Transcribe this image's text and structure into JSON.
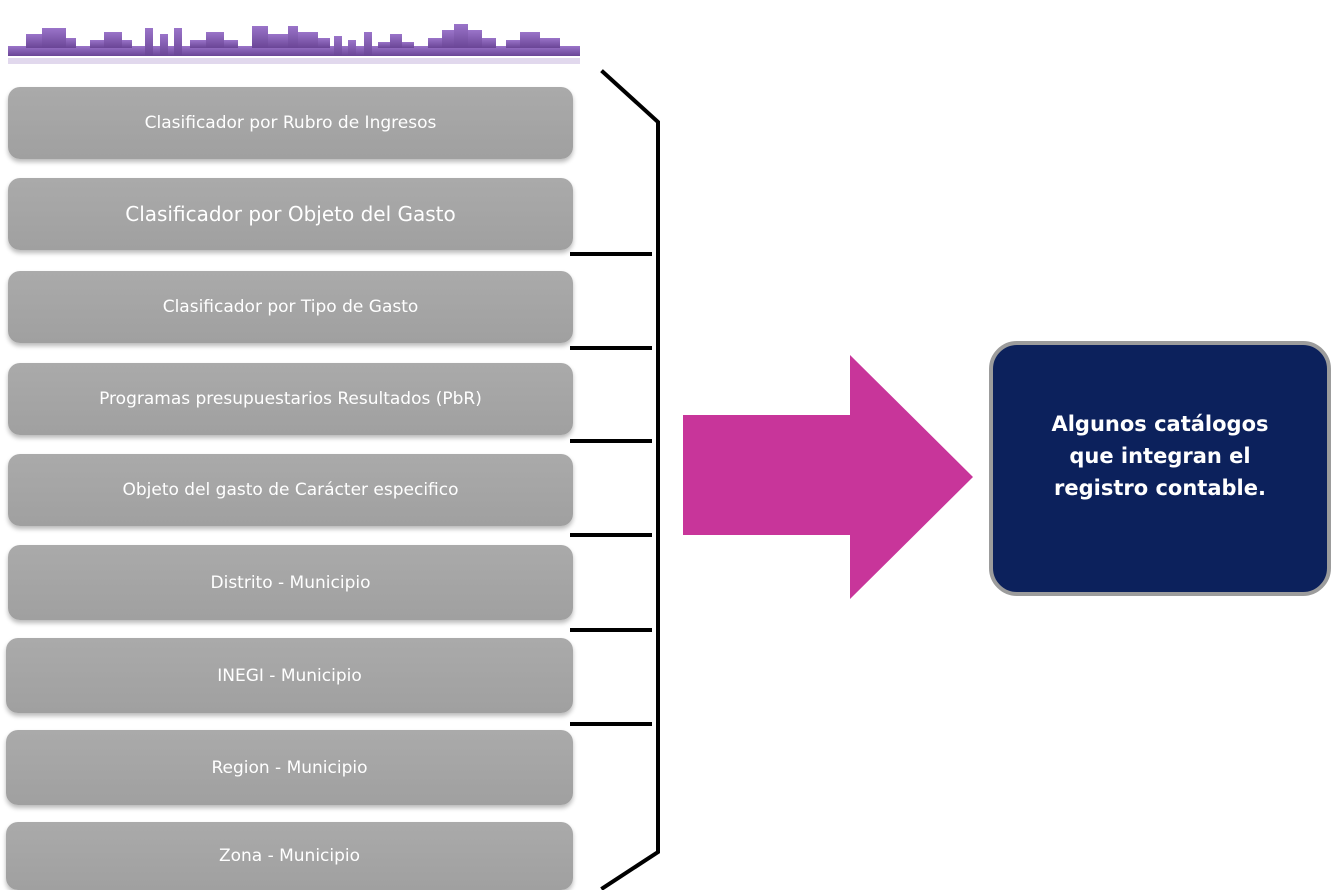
{
  "colors": {
    "box_fill": "#a6a6a6",
    "box_text": "#ffffff",
    "bracket": "#000000",
    "arrow": "#c8359a",
    "summary_fill": "#0c215c",
    "summary_border": "#9c9c9c",
    "logo_purple": "#7b55a6"
  },
  "catalogs": [
    "Clasificador por Rubro de Ingresos",
    "Clasificador por Objeto del Gasto",
    "Clasificador por Tipo de Gasto",
    "Programas presupuestarios Resultados (PbR)",
    "Objeto del gasto de Carácter especifico",
    "Distrito - Municipio",
    "INEGI - Municipio",
    "Region - Municipio",
    "Zona - Municipio"
  ],
  "summary": {
    "text": "Algunos catálogos que integran el registro contable."
  },
  "icons": {
    "logo": "purple-city-skyline-logo",
    "arrow": "right-arrow-icon",
    "bracket": "right-bracket"
  }
}
